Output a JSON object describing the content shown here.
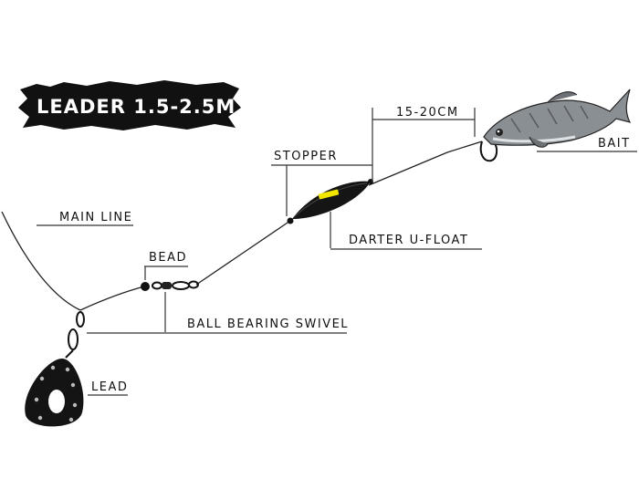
{
  "banner": {
    "text": "LEADER 1.5-2.5M"
  },
  "labels": {
    "main_line": "MAIN LINE",
    "bead": "BEAD",
    "ball_bearing_swivel": "BALL BEARING SWIVEL",
    "lead": "LEAD",
    "stopper": "STOPPER",
    "darter_u_float": "DARTER U-FLOAT",
    "distance": "15-20CM",
    "bait": "BAIT"
  },
  "colors": {
    "banner_bg": "#111111",
    "line": "#222222",
    "float_highlight": "#f2e600"
  }
}
